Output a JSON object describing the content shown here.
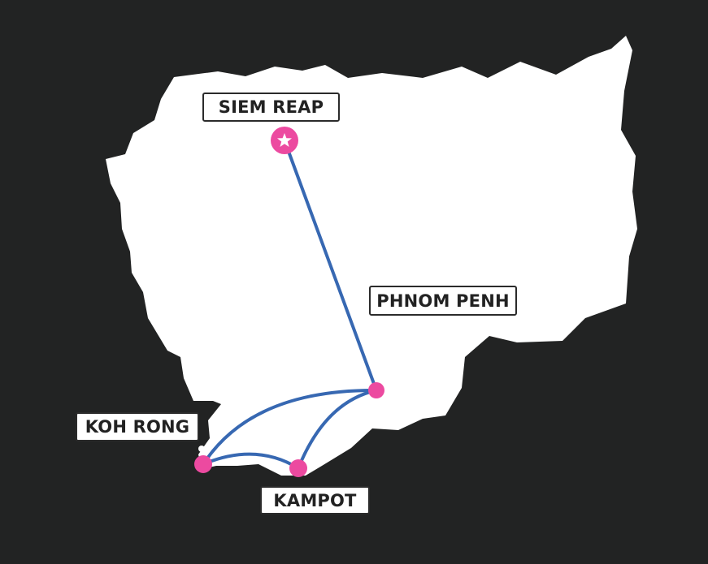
{
  "map": {
    "colors": {
      "background": "#222323",
      "land": "#ffffff",
      "route": "#3768b2",
      "marker": "#ec4aa0",
      "label_border": "#2b2b2b",
      "label_text": "#222222"
    },
    "places": [
      {
        "id": "siem-reap",
        "name": "SIEM REAP",
        "marker_icon": "star-icon",
        "is_start": true
      },
      {
        "id": "phnom-penh",
        "name": "PHNOM PENH",
        "marker_icon": "dot",
        "is_start": false
      },
      {
        "id": "koh-rong",
        "name": "KOH RONG",
        "marker_icon": "dot",
        "is_start": false
      },
      {
        "id": "kampot",
        "name": "KAMPOT",
        "marker_icon": "dot",
        "is_start": false
      }
    ],
    "routes": [
      {
        "from": "SIEM REAP",
        "to": "PHNOM PENH"
      },
      {
        "from": "PHNOM PENH",
        "to": "KOH RONG"
      },
      {
        "from": "PHNOM PENH",
        "to": "KAMPOT"
      },
      {
        "from": "KOH RONG",
        "to": "KAMPOT"
      }
    ]
  }
}
